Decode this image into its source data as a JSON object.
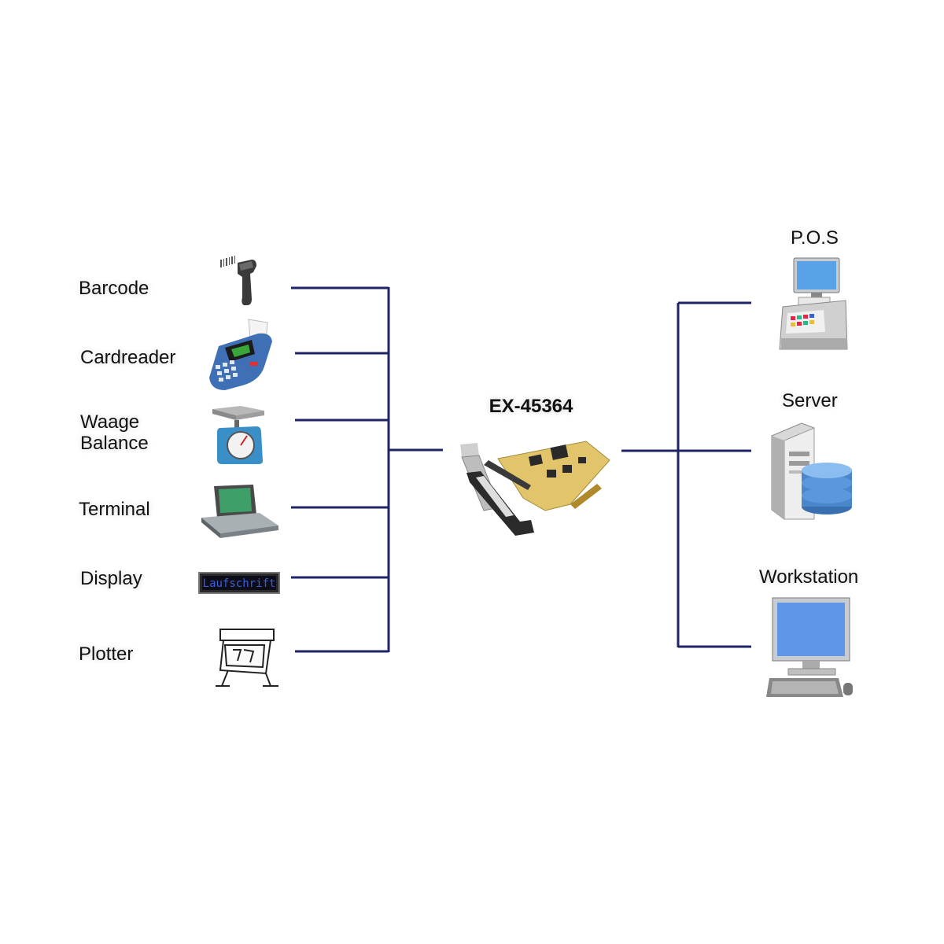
{
  "devices_left": [
    {
      "label": "Barcode",
      "icon": "barcode-scanner-icon"
    },
    {
      "label": "Cardreader",
      "icon": "card-terminal-icon"
    },
    {
      "label": "Waage",
      "label2": "Balance",
      "icon": "scale-icon"
    },
    {
      "label": "Terminal",
      "icon": "terminal-icon"
    },
    {
      "label": "Display",
      "icon": "led-display-icon",
      "display_text": "Laufschrift"
    },
    {
      "label": "Plotter",
      "icon": "plotter-icon"
    }
  ],
  "center": {
    "title": "EX-45364",
    "icon": "pcie-serial-card-icon"
  },
  "devices_right": [
    {
      "label": "P.O.S",
      "icon": "pos-register-icon"
    },
    {
      "label": "Server",
      "icon": "server-database-icon"
    },
    {
      "label": "Workstation",
      "icon": "workstation-icon"
    }
  ],
  "colors": {
    "line": "#1f2466",
    "label": "#111111"
  }
}
